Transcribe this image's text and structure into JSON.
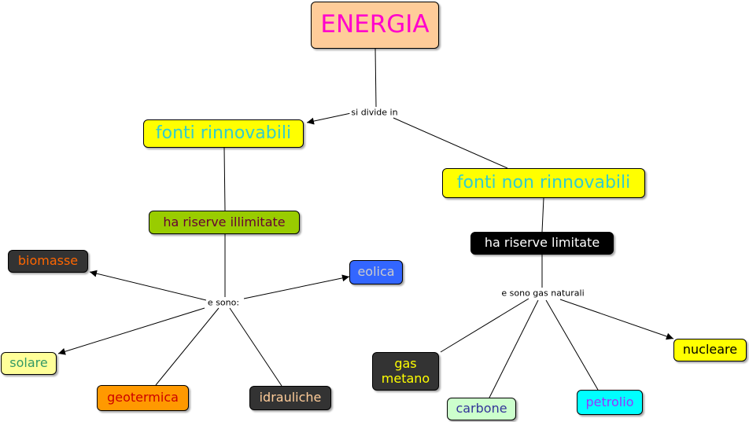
{
  "nodes": {
    "energia": {
      "text": "ENERGIA",
      "fill": "#ffcc99",
      "color": "#ff00cc"
    },
    "rinnovabili": {
      "text": "fonti rinnovabili",
      "fill": "#ffff00",
      "color": "#33cccc"
    },
    "non_rinnovabili": {
      "text": "fonti non rinnovabili",
      "fill": "#ffff00",
      "color": "#33cccc"
    },
    "illimitate": {
      "text": "ha riserve illimitate",
      "fill": "#99cc00",
      "color": "#660033"
    },
    "limitate": {
      "text": "ha riserve limitate",
      "fill": "#000000",
      "color": "#ffffff"
    },
    "biomasse": {
      "text": "biomasse",
      "fill": "#333333",
      "color": "#ff6600"
    },
    "eolica": {
      "text": "eolica",
      "fill": "#3366ff",
      "color": "#cccccc"
    },
    "solare": {
      "text": "solare",
      "fill": "#ffff99",
      "color": "#339966"
    },
    "geotermica": {
      "text": "geotermica",
      "fill": "#ff9900",
      "color": "#cc0000"
    },
    "idrauliche": {
      "text": "idrauliche",
      "fill": "#333333",
      "color": "#ffcc99"
    },
    "gas_metano": {
      "text": "gas metano",
      "fill": "#333333",
      "color": "#ffff00"
    },
    "carbone": {
      "text": "carbone",
      "fill": "#ccffcc",
      "color": "#333399"
    },
    "petrolio": {
      "text": "petrolio",
      "fill": "#00ffff",
      "color": "#9933ff"
    },
    "nucleare": {
      "text": "nucleare",
      "fill": "#ffff00",
      "color": "#000000"
    }
  },
  "labels": {
    "si_divide_in": "si divide in",
    "e_sono": "e sono:",
    "e_sono_gas": "e sono gas naturali"
  }
}
